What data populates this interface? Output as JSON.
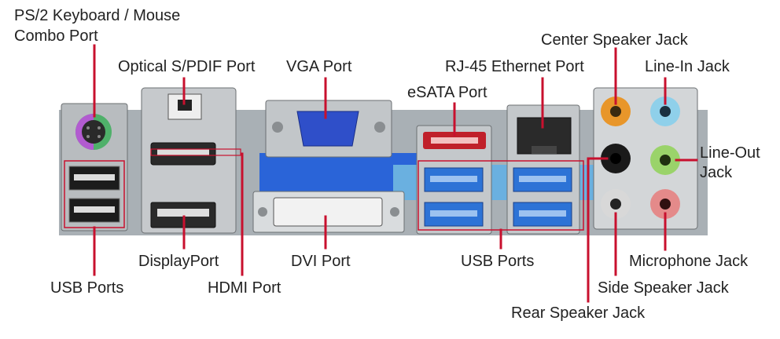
{
  "labels": {
    "ps2": [
      "PS/2 Keyboard / Mouse",
      "Combo Port"
    ],
    "spdif": "Optical S/PDIF Port",
    "vga": "VGA Port",
    "rj45": "RJ-45 Ethernet Port",
    "esata": "eSATA Port",
    "center_speaker": "Center Speaker Jack",
    "line_in": "Line-In Jack",
    "line_out": [
      "Line-Out",
      "Jack"
    ],
    "usb_left": "USB Ports",
    "displayport": "DisplayPort",
    "hdmi": "HDMI Port",
    "dvi": "DVI Port",
    "usb_mid": "USB Ports",
    "microphone": "Microphone Jack",
    "side_speaker": "Side Speaker Jack",
    "rear_speaker": "Rear Speaker Jack"
  },
  "colors": {
    "leader_line": "#c8102e",
    "panel": "#bfc3c6",
    "panel_shadow": "#3a3d40",
    "vga_blue": "#2f4fc9",
    "usb3_blue": "#2d73d6",
    "esata_red": "#c0202a",
    "jack_orange": "#e8962a",
    "jack_lightblue": "#8fd0ea",
    "jack_black": "#1a1a1a",
    "jack_green": "#9ad36a",
    "jack_grey": "#d8d8d8",
    "jack_pink": "#e48a8a",
    "ps2_purple": "#b25bd0",
    "ps2_green": "#5bbf6a"
  }
}
